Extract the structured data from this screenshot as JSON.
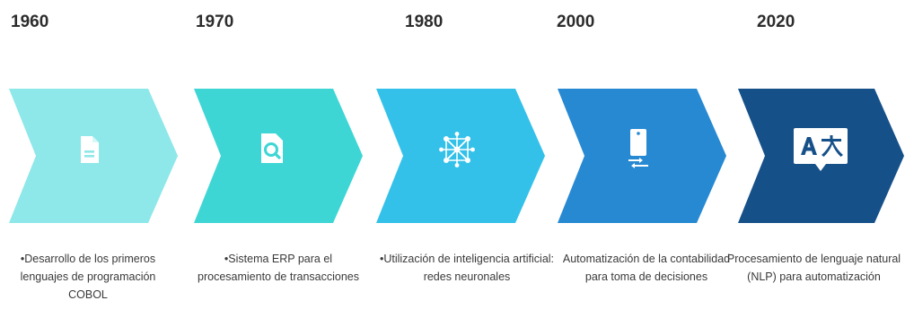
{
  "timeline": [
    {
      "year": "1960",
      "description": "•Desarrollo de los primeros lenguajes de programación COBOL",
      "icon": "document-icon",
      "color": "#8ee7e9"
    },
    {
      "year": "1970",
      "description": "•Sistema ERP para el procesamiento de transacciones",
      "icon": "search-document-icon",
      "color": "#3ed6d5"
    },
    {
      "year": "1980",
      "description": "•Utilización de inteligencia artificial: redes neuronales",
      "icon": "neural-network-icon",
      "color": "#33c1ea"
    },
    {
      "year": "2000",
      "description": "Automatización de la contabilidad para toma de decisiones",
      "icon": "mobile-transfer-icon",
      "color": "#2689d2"
    },
    {
      "year": "2020",
      "description": "Procesamiento de lenguaje natural (NLP) para automatización",
      "icon": "translate-icon",
      "color": "#165089"
    }
  ]
}
